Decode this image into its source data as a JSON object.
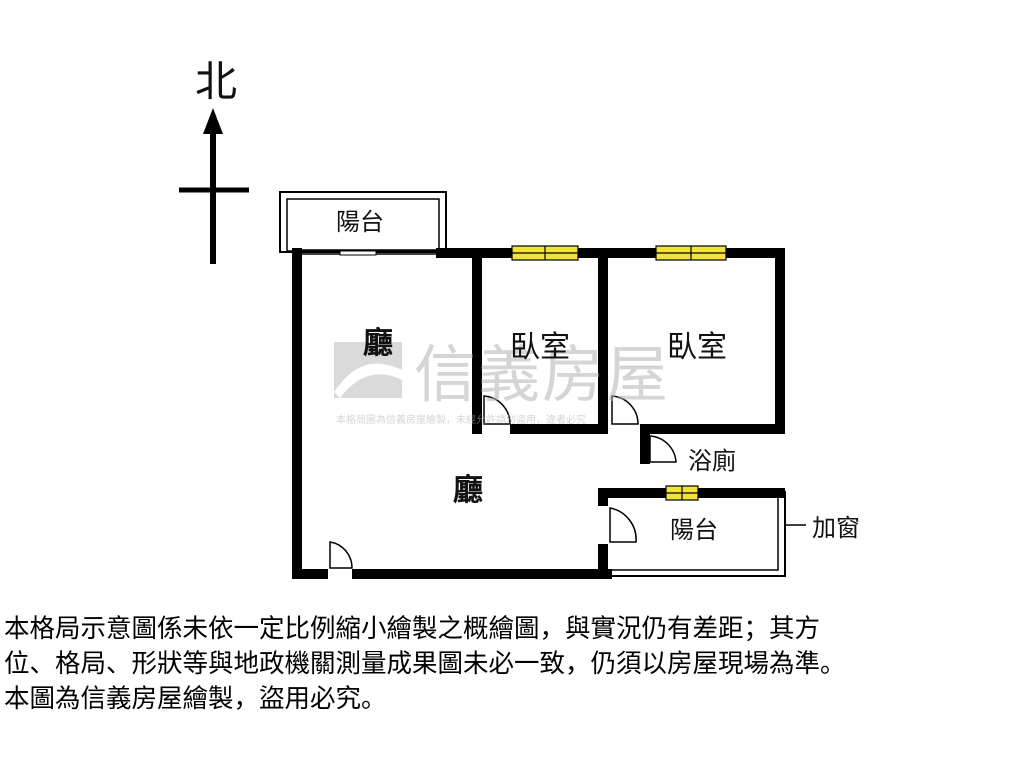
{
  "compass": {
    "label": "北"
  },
  "rooms": {
    "balcony_top": "陽台",
    "living_upper": "廳",
    "bedroom_1": "臥室",
    "bedroom_2": "臥室",
    "living_lower": "廳",
    "bathroom": "浴廁",
    "balcony_bottom": "陽台"
  },
  "annotation": {
    "added_window": "加窗"
  },
  "watermark": {
    "brand": "信義房屋",
    "notice": "本格局圖為信義房屋繪製，未經允許請勿盜用，違者必究"
  },
  "colors": {
    "wall": "#000000",
    "window": "#f2e33a",
    "watermark": "#c8c8c8"
  },
  "disclaimer": [
    "本格局示意圖係未依一定比例縮小繪製之概繪圖，與實況仍有差距；其方",
    "位、格局、形狀等與地政機關測量成果圖未必一致，仍須以房屋現場為準。",
    "本圖為信義房屋繪製，盜用必究。"
  ]
}
